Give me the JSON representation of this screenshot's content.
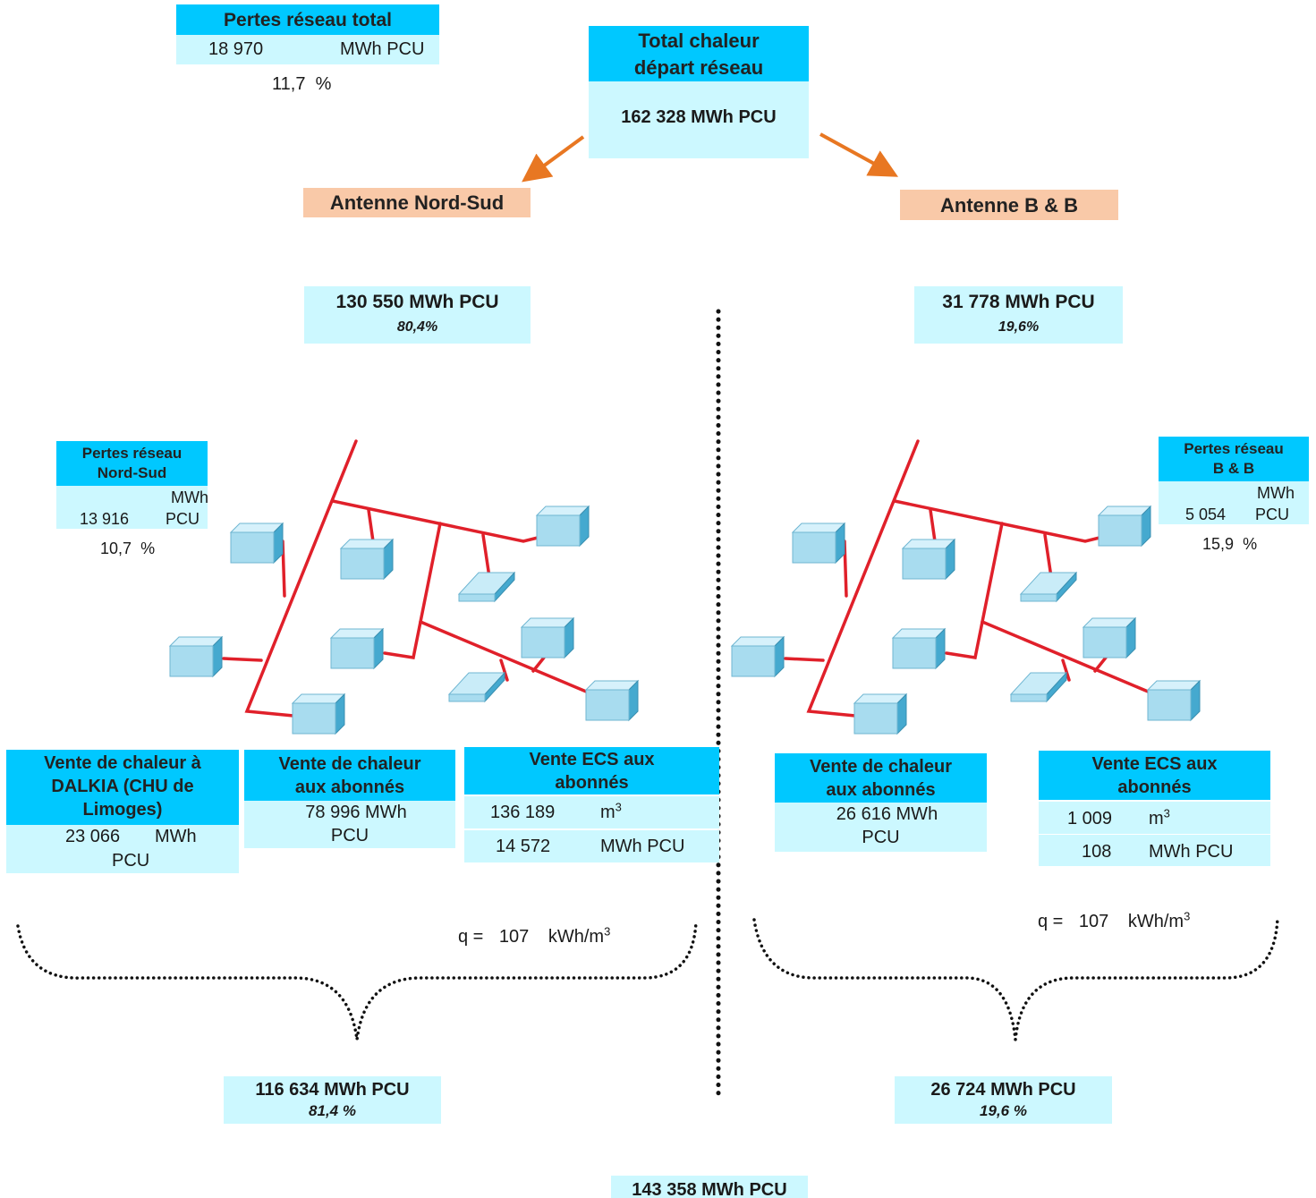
{
  "total_losses": {
    "title": "Pertes réseau total",
    "value": "18 970",
    "unit": "MWh PCU",
    "percent": "11,7",
    "percent_unit": "%"
  },
  "total_heat": {
    "title_line1": "Total chaleur",
    "title_line2": "départ réseau",
    "value": "162 328 MWh PCU"
  },
  "branches": {
    "nord_sud": {
      "label": "Antenne Nord-Sud",
      "value": "130 550  MWh PCU",
      "share": "80,4%"
    },
    "bb": {
      "label": "Antenne B & B",
      "value": "31 778 MWh PCU",
      "share": "19,6%"
    }
  },
  "losses_ns": {
    "title_line1": "Pertes réseau",
    "title_line2": "Nord-Sud",
    "unit_line1": "MWh",
    "value": "13 916",
    "unit_line2": "PCU",
    "percent": "10,7",
    "percent_unit": "%"
  },
  "losses_bb": {
    "title_line1": "Pertes réseau",
    "title_line2": "B & B",
    "unit_line1": "MWh",
    "value": "5 054",
    "unit_line2": "PCU",
    "percent": "15,9",
    "percent_unit": "%"
  },
  "sale_dalkia": {
    "title_line1": "Vente de chaleur à",
    "title_line2": "DALKIA (CHU de",
    "title_line3": "Limoges)",
    "value": "23 066",
    "unit": "MWh",
    "unit_line2": "PCU"
  },
  "sale_ns": {
    "title_line1": "Vente de chaleur",
    "title_line2": "aux abonnés",
    "value_line1": "78 996 MWh",
    "value_line2": "PCU"
  },
  "ecs_ns": {
    "title_line1": "Vente ECS aux",
    "title_line2": "abonnés",
    "volume": "136 189",
    "volume_unit": "m",
    "energy": "14 572",
    "energy_unit": "MWh PCU"
  },
  "sale_bb": {
    "title_line1": "Vente de chaleur",
    "title_line2": "aux abonnés",
    "value_line1": "26 616 MWh",
    "value_line2": "PCU"
  },
  "ecs_bb": {
    "title_line1": "Vente ECS aux",
    "title_line2": "abonnés",
    "volume": "1 009",
    "volume_unit": "m",
    "energy": "108",
    "energy_unit": "MWh PCU"
  },
  "q_ns": {
    "label": "q =",
    "value": "107",
    "unit": "kWh/m"
  },
  "q_bb": {
    "label": "q =",
    "value": "107",
    "unit": "kWh/m"
  },
  "superscript": "3",
  "sum_ns": {
    "value": "116 634 MWh PCU",
    "share": "81,4 %"
  },
  "sum_bb": {
    "value": "26 724 MWh PCU",
    "share": "19,6 %"
  },
  "grand_total": {
    "value": "143 358 MWh PCU"
  },
  "colors": {
    "header": "#00c8ff",
    "pale": "#ccf8ff",
    "peach": "#f9c9a8",
    "arrow": "#e87722",
    "pipe": "#e0202a",
    "building": "#a8dcef"
  }
}
